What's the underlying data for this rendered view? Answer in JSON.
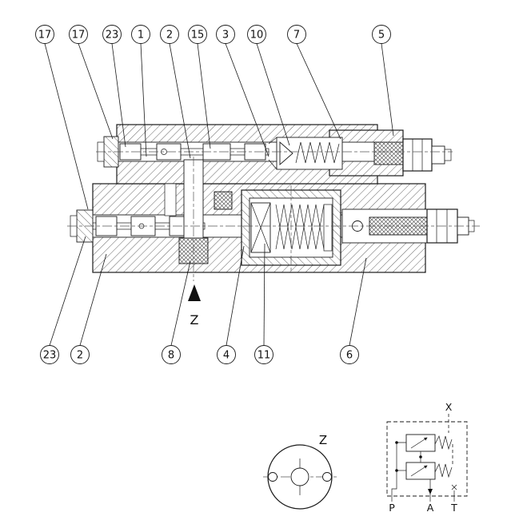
{
  "drawing": {
    "background_color": "#ffffff",
    "line_color": "#1a1a1a"
  },
  "callouts": {
    "top": [
      {
        "label": "17"
      },
      {
        "label": "17"
      },
      {
        "label": "23"
      },
      {
        "label": "1"
      },
      {
        "label": "2"
      },
      {
        "label": "15"
      },
      {
        "label": "3"
      },
      {
        "label": "10"
      },
      {
        "label": "7"
      },
      {
        "label": "5"
      }
    ],
    "bottom": [
      {
        "label": "23"
      },
      {
        "label": "2"
      },
      {
        "label": "8"
      },
      {
        "label": "4"
      },
      {
        "label": "11"
      },
      {
        "label": "6"
      }
    ]
  },
  "section_arrow": {
    "label": "Z"
  },
  "detail_view": {
    "label": "Z"
  },
  "schematic": {
    "pilot_port": "X",
    "ports": [
      "P",
      "A",
      "T"
    ]
  }
}
